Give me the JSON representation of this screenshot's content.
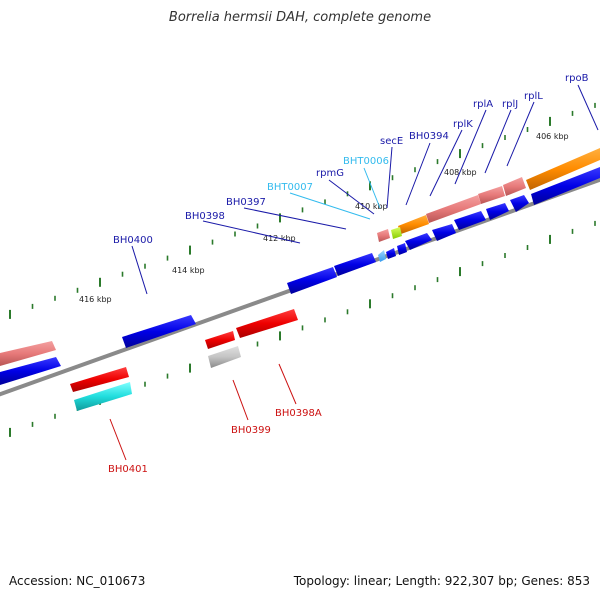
{
  "title": "Borrelia hermsii DAH, complete genome",
  "footer": {
    "accession": "Accession: NC_010673",
    "summary": "Topology: linear; Length: 922,307 bp; Genes: 853"
  },
  "colors": {
    "forward_label": "#1a1aa8",
    "trna_label": "#33bbee",
    "reverse_label": "#cc1111",
    "backbone": "#8a8a8a",
    "ticks": "#2b7a2b"
  },
  "kbp_labels": [
    "406 kbp",
    "408 kbp",
    "410 kbp",
    "412 kbp",
    "414 kbp",
    "416 kbp"
  ],
  "gene_labels_forward": [
    "rpoB",
    "rplL",
    "rplJ",
    "rplA",
    "rplK",
    "BH0394",
    "secE",
    "BHT0006",
    "rpmG",
    "BHT0007",
    "BH0397",
    "BH0398",
    "BH0400"
  ],
  "gene_labels_reverse": [
    "BH0398A",
    "BH0399",
    "BH0401"
  ]
}
